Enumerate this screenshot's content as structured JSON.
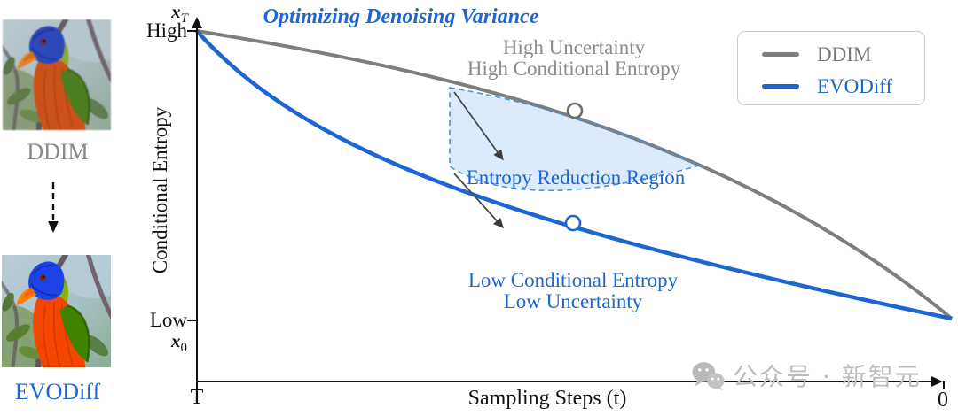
{
  "figure": {
    "left_panel": {
      "top_image": "rainbow-lorikeet-photo-blurry",
      "top_label": "DDIM",
      "bottom_image": "rainbow-lorikeet-photo-sharp",
      "bottom_label": "EVODiff"
    },
    "plot": {
      "title": "Optimizing Denoising Variance",
      "y_axis": {
        "top_symbol_base": "x",
        "top_symbol_sub": "T",
        "top_tick": "High",
        "label": "Conditional Entropy",
        "bottom_tick": "Low",
        "bottom_symbol_base": "x",
        "bottom_symbol_sub": "0"
      },
      "x_axis": {
        "left_tick": "T",
        "label": "Sampling Steps (t)",
        "right_tick": "0"
      },
      "annotations": {
        "high_line1": "High Uncertainty",
        "high_line2": "High Conditional Entropy",
        "region_label": "Entropy Reduction Region",
        "low_line1": "Low Conditional Entropy",
        "low_line2": "Low Uncertainty"
      },
      "legend": [
        {
          "label": "DDIM",
          "color": "#7e7e7e"
        },
        {
          "label": "EVODiff",
          "color": "#1b66d2"
        }
      ]
    },
    "watermark": {
      "text": "公众号 · 新智元"
    }
  },
  "colors": {
    "accent_blue": "#1b66d2",
    "curve_gray": "#7e7e7e",
    "region_fill": "#dcebfc",
    "region_border": "#4d8fe3",
    "annotation_gray": "#8b8b8b",
    "watermark_gray": "#bcbcbc"
  },
  "chart_data": {
    "type": "line",
    "title": "Optimizing Denoising Variance",
    "xlabel": "Sampling Steps (t)",
    "ylabel": "Conditional Entropy",
    "x_axis_direction": "T (left, start of sampling) to 0 (right, end of sampling)",
    "x_ticks": [
      "T",
      "0"
    ],
    "y_ticks": [
      "High (x_T)",
      "Low (x_0)"
    ],
    "grid": false,
    "legend_position": "upper right",
    "x_progress_from_T": [
      0,
      0.17,
      0.33,
      0.5,
      0.67,
      0.83,
      1.0
    ],
    "series": [
      {
        "name": "DDIM",
        "color": "#7e7e7e",
        "shape": "concave-down",
        "entropy_norm": [
          1.0,
          0.92,
          0.8,
          0.7,
          0.53,
          0.29,
          0.0
        ]
      },
      {
        "name": "EVODiff",
        "color": "#1b66d2",
        "shape": "concave-up",
        "entropy_norm": [
          1.0,
          0.68,
          0.47,
          0.31,
          0.2,
          0.12,
          0.0
        ]
      }
    ],
    "markers": [
      {
        "series": "DDIM",
        "x_progress": 0.5,
        "entropy_norm": 0.72,
        "style": "open-circle"
      },
      {
        "series": "EVODiff",
        "x_progress": 0.5,
        "entropy_norm": 0.33,
        "style": "open-circle"
      }
    ],
    "shaded_region": {
      "label": "Entropy Reduction Region",
      "x_progress_range": [
        0.335,
        0.665
      ],
      "upper_bound": "DDIM curve (blue dashed overlay)",
      "lower_bound": "blue dashed boundary above EVODiff curve",
      "fill": "#dcebfc"
    },
    "annotations": [
      {
        "text": "High Uncertainty / High Conditional Entropy",
        "color": "#8b8b8b",
        "position": "above DDIM curve, upper middle"
      },
      {
        "text": "Entropy Reduction Region",
        "color": "#1b66d2",
        "position": "inside shaded region"
      },
      {
        "text": "Low Conditional Entropy / Low Uncertainty",
        "color": "#1b66d2",
        "position": "below EVODiff curve, lower middle"
      }
    ],
    "arrows": [
      {
        "from": "DDIM curve at region top-left corner",
        "direction": "down-right",
        "meaning": "entropy reduction"
      },
      {
        "from": "region lower edge",
        "to": "just past EVODiff curve",
        "direction": "down-right",
        "meaning": "entropy reduction"
      }
    ]
  }
}
